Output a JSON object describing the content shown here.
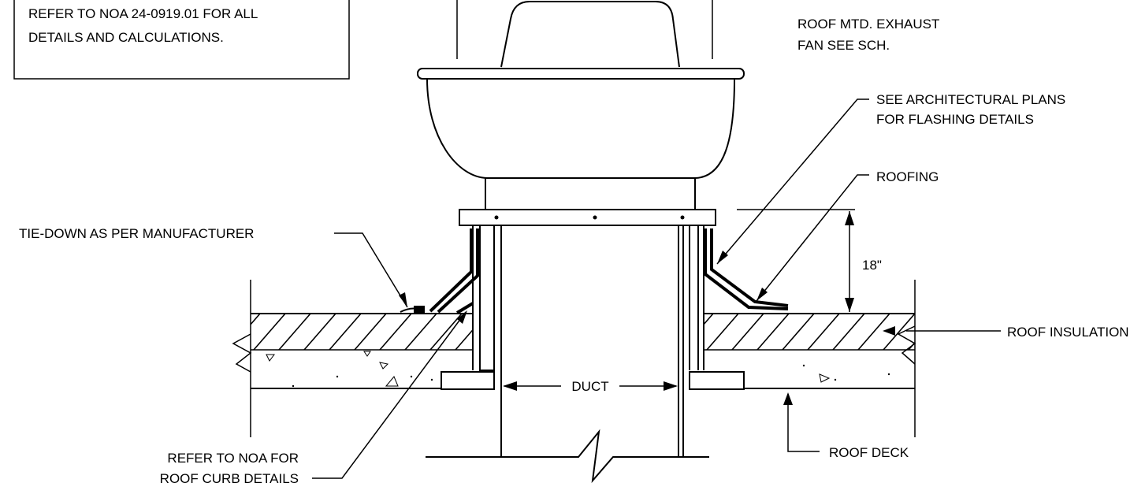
{
  "notes": {
    "line1": "REFER TO NOA 24-0919.01 FOR ALL",
    "line2": "DETAILS AND CALCULATIONS."
  },
  "labels": {
    "fan_line1": "ROOF MTD. EXHAUST",
    "fan_line2": "FAN SEE SCH.",
    "flashing_line1": "SEE ARCHITECTURAL PLANS",
    "flashing_line2": "FOR FLASHING DETAILS",
    "roofing": "ROOFING",
    "tie_down": "TIE-DOWN AS PER MANUFACTURER",
    "dimension": "18\"",
    "roof_insulation": "ROOF INSULATION",
    "duct": "DUCT",
    "roof_deck": "ROOF DECK",
    "curb_line1": "REFER TO NOA FOR",
    "curb_line2": "ROOF CURB DETAILS"
  },
  "colors": {
    "ink": "#000000",
    "paper": "#ffffff"
  }
}
